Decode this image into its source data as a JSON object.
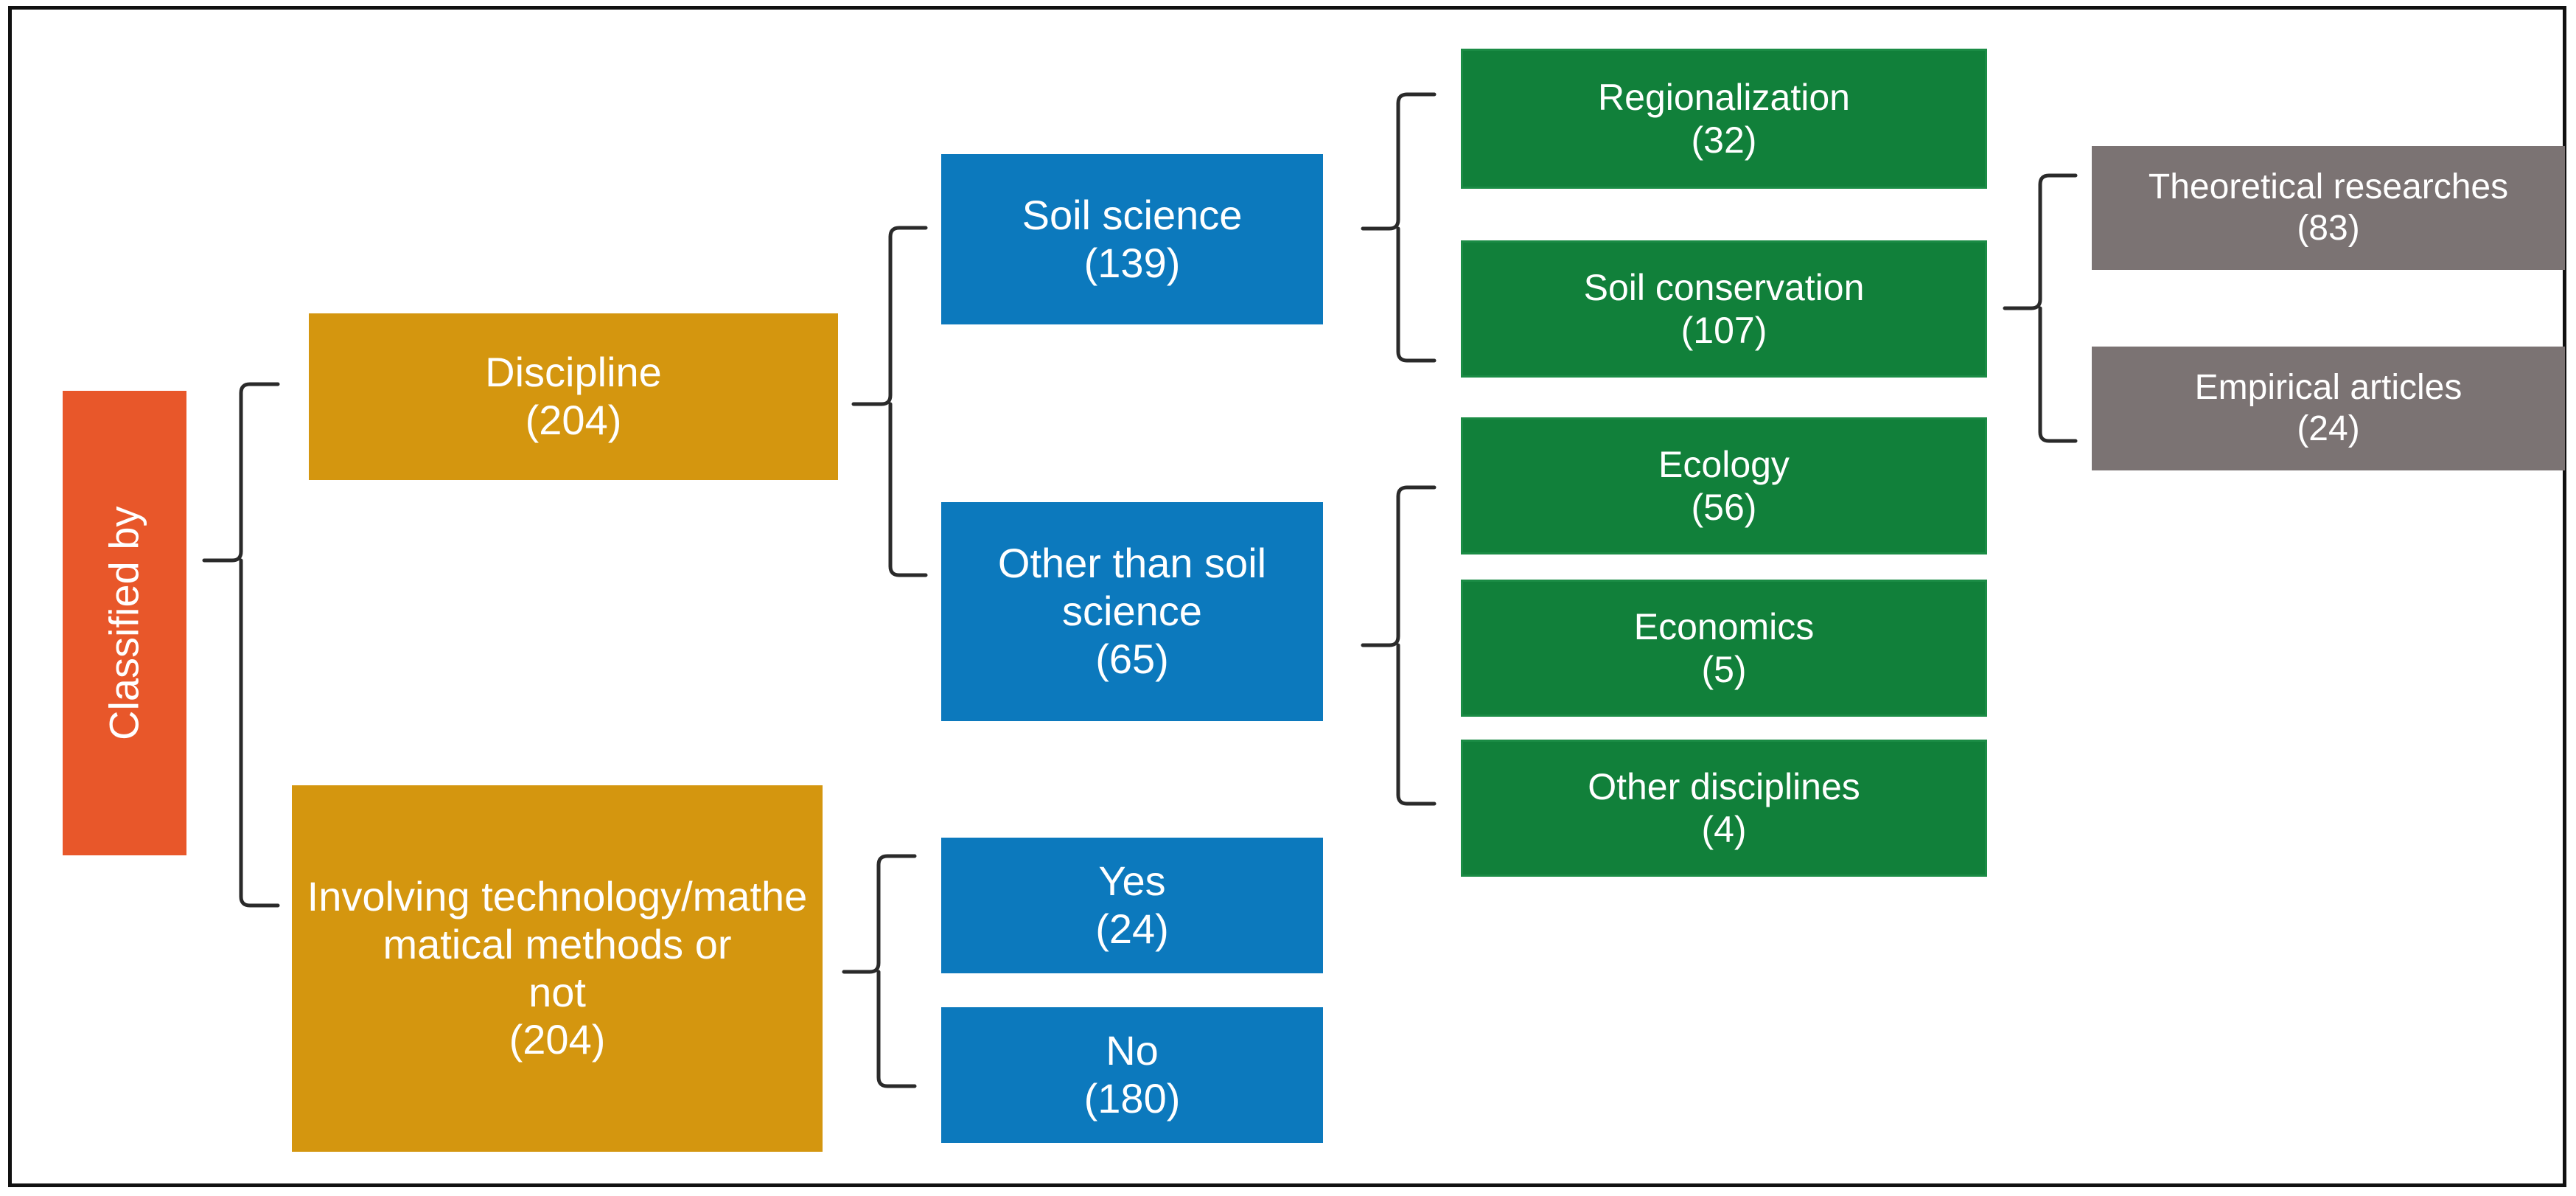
{
  "diagram": {
    "title_text": "Classified by",
    "colors": {
      "root": "#E8572A",
      "level1": "#D4960F",
      "level2": "#0C79BD",
      "level3": "#11803A",
      "level4": "#7B7373",
      "connector": "#2a2a2a",
      "frame": "#111111",
      "text": "#ffffff",
      "background": "#ffffff"
    },
    "root": {
      "label": "Classified by"
    },
    "level1": [
      {
        "label": "Discipline",
        "count": "(204)"
      },
      {
        "label": "Involving technology/mathe\nmatical methods or\nnot",
        "count": "(204)"
      }
    ],
    "level2": [
      {
        "label": "Soil science",
        "count": "(139)"
      },
      {
        "label": "Other than soil\nscience",
        "count": "(65)"
      },
      {
        "label": "Yes",
        "count": "(24)"
      },
      {
        "label": "No",
        "count": "(180)"
      }
    ],
    "level3": [
      {
        "label": "Regionalization",
        "count": "(32)"
      },
      {
        "label": "Soil conservation",
        "count": "(107)"
      },
      {
        "label": "Ecology",
        "count": "(56)"
      },
      {
        "label": "Economics",
        "count": "(5)"
      },
      {
        "label": "Other disciplines",
        "count": "(4)"
      }
    ],
    "level4": [
      {
        "label": "Theoretical researches",
        "count": "(83)"
      },
      {
        "label": "Empirical articles",
        "count": "(24)"
      }
    ]
  },
  "chart_data": {
    "type": "tree",
    "title": "Classified by",
    "nodes": [
      {
        "id": "root",
        "label": "Classified by",
        "value": null,
        "level": 0,
        "color": "#E8572A"
      },
      {
        "id": "discipline",
        "label": "Discipline",
        "value": 204,
        "level": 1,
        "parent": "root",
        "color": "#D4960F"
      },
      {
        "id": "methods",
        "label": "Involving technology/mathematical methods or not",
        "value": 204,
        "level": 1,
        "parent": "root",
        "color": "#D4960F"
      },
      {
        "id": "soil-science",
        "label": "Soil science",
        "value": 139,
        "level": 2,
        "parent": "discipline",
        "color": "#0C79BD"
      },
      {
        "id": "other-than-soil-science",
        "label": "Other than soil science",
        "value": 65,
        "level": 2,
        "parent": "discipline",
        "color": "#0C79BD"
      },
      {
        "id": "yes",
        "label": "Yes",
        "value": 24,
        "level": 2,
        "parent": "methods",
        "color": "#0C79BD"
      },
      {
        "id": "no",
        "label": "No",
        "value": 180,
        "level": 2,
        "parent": "methods",
        "color": "#0C79BD"
      },
      {
        "id": "regionalization",
        "label": "Regionalization",
        "value": 32,
        "level": 3,
        "parent": "soil-science",
        "color": "#11803A"
      },
      {
        "id": "soil-conservation",
        "label": "Soil conservation",
        "value": 107,
        "level": 3,
        "parent": "soil-science",
        "color": "#11803A"
      },
      {
        "id": "ecology",
        "label": "Ecology",
        "value": 56,
        "level": 3,
        "parent": "other-than-soil-science",
        "color": "#11803A"
      },
      {
        "id": "economics",
        "label": "Economics",
        "value": 5,
        "level": 3,
        "parent": "other-than-soil-science",
        "color": "#11803A"
      },
      {
        "id": "other-disciplines",
        "label": "Other disciplines",
        "value": 4,
        "level": 3,
        "parent": "other-than-soil-science",
        "color": "#11803A"
      },
      {
        "id": "theoretical-researches",
        "label": "Theoretical researches",
        "value": 83,
        "level": 4,
        "parent": "soil-conservation",
        "color": "#7B7373"
      },
      {
        "id": "empirical-articles",
        "label": "Empirical articles",
        "value": 24,
        "level": 4,
        "parent": "soil-conservation",
        "color": "#7B7373"
      }
    ]
  }
}
